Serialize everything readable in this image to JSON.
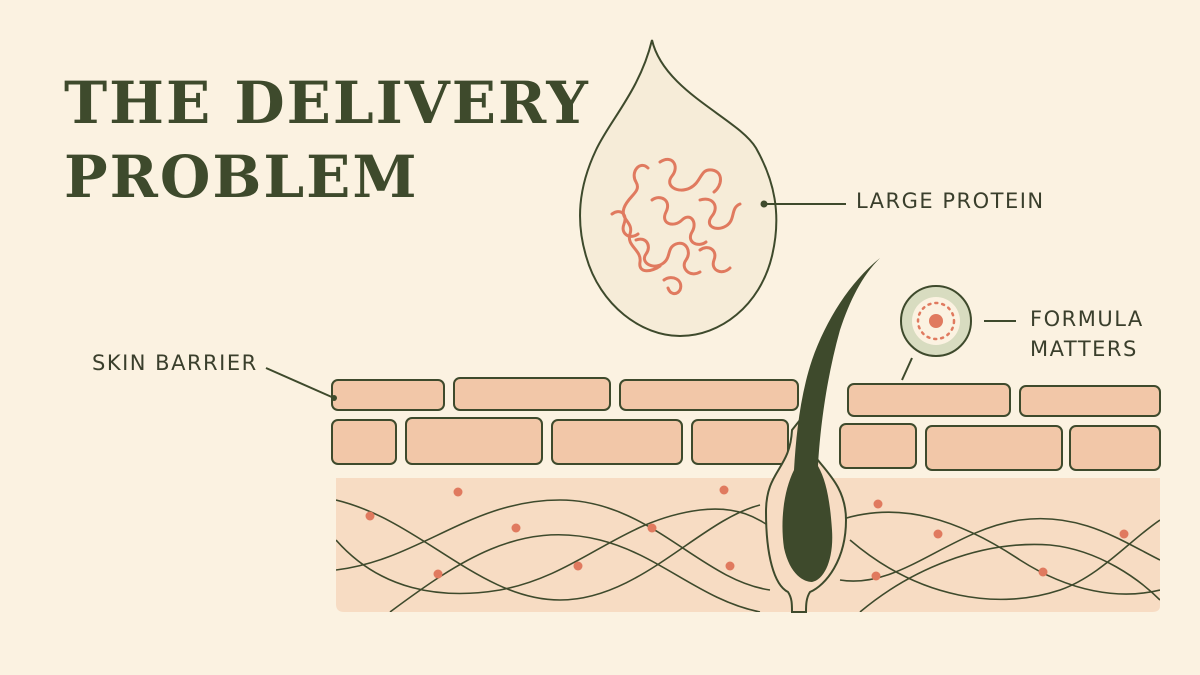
{
  "title": {
    "line1": "THE DELIVERY",
    "line2": "PROBLEM"
  },
  "labels": {
    "large_protein": "LARGE PROTEIN",
    "skin_barrier": "SKIN BARRIER",
    "formula_line1": "FORMULA",
    "formula_line2": "MATTERS"
  },
  "colors": {
    "background": "#fbf2e1",
    "ink": "#3e4a2c",
    "skin_cell": "#f2c7a8",
    "dermis": "#f7dcc3",
    "accent_dot": "#e07a5f",
    "droplet_fill": "#f6ecd8",
    "formula_ring": "#d8dcc0"
  }
}
